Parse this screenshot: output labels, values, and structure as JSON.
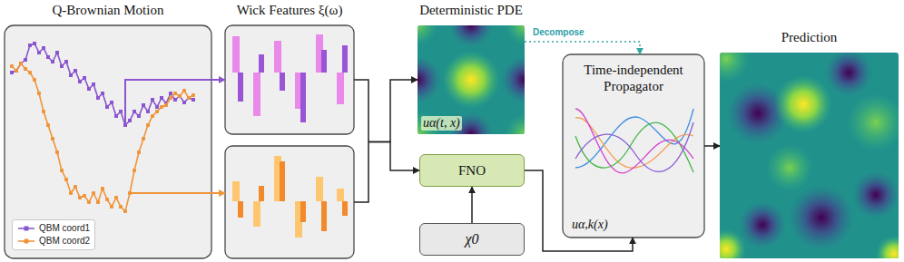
{
  "diagram": {
    "nodes": [
      {
        "text": [
          "Q-Brownian Motion"
        ]
      },
      {
        "text": [
          "Wick Features ξ(ω)"
        ]
      },
      {
        "text": [
          "Deterministic PDE",
          "uα(t, x)"
        ]
      },
      {
        "text": [
          "FNO"
        ]
      },
      {
        "text": [
          "χ0"
        ]
      },
      {
        "text": [
          "Time-independent Propagator",
          "uα,k(x)"
        ]
      },
      {
        "text": [
          "Prediction"
        ]
      }
    ],
    "edges": [
      {
        "from": 0,
        "to": 1,
        "arrow": "to"
      },
      {
        "from": 0,
        "to": 1,
        "arrow": "to"
      },
      {
        "from": 1,
        "to": 2,
        "arrow": "to"
      },
      {
        "from": 1,
        "to": 3,
        "arrow": "to"
      },
      {
        "from": 2,
        "to": 5,
        "label": "Decompose",
        "arrow": "to"
      },
      {
        "from": 4,
        "to": 3,
        "arrow": "to"
      },
      {
        "from": 3,
        "to": 5,
        "arrow": "to"
      },
      {
        "from": 5,
        "to": 6,
        "arrow": "to"
      }
    ],
    "legend": [
      {
        "text": "QBM coord1"
      },
      {
        "text": "QBM coord2"
      }
    ]
  }
}
